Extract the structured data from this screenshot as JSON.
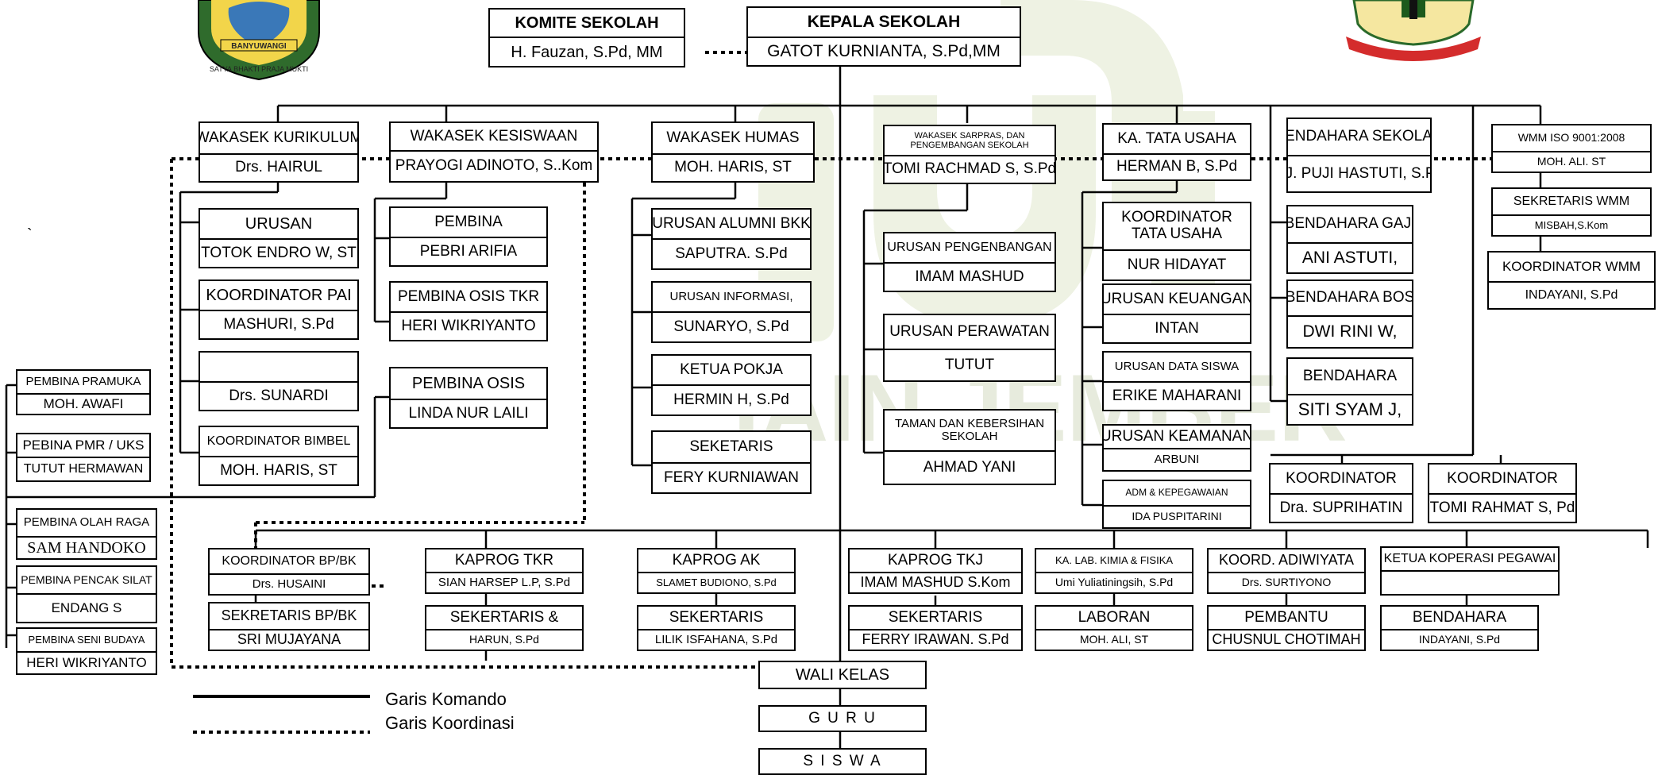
{
  "chart_title": "",
  "logos": {
    "left_banner": "BANYUWANGI",
    "left_motto": "SATYA BHAKTI PRAJA MUKTI"
  },
  "watermark": {
    "text": "IAIN JEMBER",
    "color": "#e6ecd8"
  },
  "boxes": {
    "komite": {
      "title": "KOMITE SEKOLAH",
      "name": "H. Fauzan, S.Pd, MM"
    },
    "kepala": {
      "title": "KEPALA SEKOLAH",
      "name": "GATOT KURNIANTA, S.Pd,MM"
    },
    "kurikulum": {
      "title": "WAKASEK KURIKULUM",
      "name": "Drs. HAIRUL"
    },
    "kesiswaan": {
      "title": "WAKASEK KESISWAAN",
      "name": "PRAYOGI ADINOTO, S..Kom"
    },
    "humas": {
      "title": "WAKASEK HUMAS",
      "name": "MOH. HARIS, ST"
    },
    "sarpras": {
      "title": "WAKASEK SARPRAS, DAN PENGEMBANGAN SEKOLAH",
      "name": "TOMI RACHMAD S, S.Pd"
    },
    "tatausaha": {
      "title": "KA. TATA USAHA",
      "name": "HERMAN B, S.Pd"
    },
    "bendahara_sekolah": {
      "title": "BENDAHARA SEKOLAH",
      "name": "HJ. PUJI HASTUTI, S.Pd"
    },
    "wmm": {
      "title": "WMM ISO 9001:2008",
      "name": "MOH. ALI. ST"
    },
    "sekretaris_wmm": {
      "title": "SEKRETARIS WMM",
      "name": "MISBAH,S.Kom"
    },
    "koordinator_wmm": {
      "title": "KOORDINATOR WMM",
      "name": "INDAYANI, S.Pd"
    },
    "urusan": {
      "title": "URUSAN",
      "name": "TOTOK ENDRO W, ST"
    },
    "koordinator_pai": {
      "title": "KOORDINATOR PAI",
      "name": "MASHURI, S.Pd"
    },
    "sunardi": {
      "title": "",
      "name": "Drs. SUNARDI"
    },
    "bimbel": {
      "title": "KOORDINATOR BIMBEL",
      "name": "MOH. HARIS, ST"
    },
    "pembina": {
      "title": "PEMBINA",
      "name": "PEBRI ARIFIA"
    },
    "pembina_osis_tkr": {
      "title": "PEMBINA OSIS TKR",
      "name": "HERI WIKRIYANTO"
    },
    "pembina_osis": {
      "title": "PEMBINA OSIS",
      "name": "LINDA NUR LAILI"
    },
    "alumni_bkk": {
      "title": "URUSAN ALUMNI BKK",
      "name": "SAPUTRA. S.Pd"
    },
    "informasi": {
      "title": "URUSAN INFORMASI,",
      "name": "SUNARYO, S.Pd"
    },
    "pokja": {
      "title": "KETUA POKJA",
      "name": "HERMIN H, S.Pd"
    },
    "seketaris": {
      "title": "SEKETARIS",
      "name": "FERY KURNIAWAN"
    },
    "pengembangan": {
      "title": "URUSAN PENGENBANGAN",
      "name": "IMAM MASHUD"
    },
    "perawatan": {
      "title": "URUSAN PERAWATAN",
      "name": "TUTUT"
    },
    "taman": {
      "title": "TAMAN DAN KEBERSIHAN SEKOLAH",
      "name": "AHMAD YANI"
    },
    "koord_tu": {
      "title": "KOORDINATOR TATA USAHA",
      "name": "NUR HIDAYAT"
    },
    "keuangan": {
      "title": "URUSAN KEUANGAN",
      "name": "INTAN"
    },
    "data_siswa": {
      "title": "URUSAN DATA SISWA",
      "name": "ERIKE MAHARANI"
    },
    "keamanan": {
      "title": "URUSAN KEAMANAN",
      "name": "ARBUNI"
    },
    "kepegawaian": {
      "title": "ADM & KEPEGAWAIAN",
      "name": "IDA PUSPITARINI"
    },
    "bendahara_gaji": {
      "title": "BENDAHARA GAJI",
      "name": "ANI ASTUTI,"
    },
    "bendahara_bos": {
      "title": "BENDAHARA BOS",
      "name": "DWI RINI W,"
    },
    "bendahara": {
      "title": "BENDAHARA",
      "name": "SITI SYAM J,"
    },
    "koord_suprihatin": {
      "title": "KOORDINATOR",
      "name": "Dra. SUPRIHATIN"
    },
    "koord_tomi": {
      "title": "KOORDINATOR",
      "name": "TOMI RAHMAT S, Pd"
    },
    "pramuka": {
      "title": "PEMBINA PRAMUKA",
      "name": "MOH. AWAFI"
    },
    "pmr": {
      "title": "PEBINA PMR / UKS",
      "name": "TUTUT HERMAWAN"
    },
    "olahraga": {
      "title": "PEMBINA OLAH RAGA",
      "name": "SAM HANDOKO"
    },
    "silat": {
      "title": "PEMBINA PENCAK SILAT",
      "name": "ENDANG S"
    },
    "seni": {
      "title": "PEMBINA SENI BUDAYA",
      "name": "HERI WIKRIYANTO"
    },
    "bpbk": {
      "title": "KOORDINATOR BP/BK",
      "name": "Drs. HUSAINI"
    },
    "sek_bpbk": {
      "title": "SEKRETARIS BP/BK",
      "name": "SRI MUJAYANA"
    },
    "kaprog_tkr": {
      "title": "KAPROG TKR",
      "name": "SIAN HARSEP L.P, S.Pd"
    },
    "sek_tkr": {
      "title": "SEKERTARIS &",
      "name": "HARUN, S.Pd"
    },
    "kaprog_ak": {
      "title": "KAPROG AK",
      "name": "SLAMET BUDIONO, S.Pd"
    },
    "sek_ak": {
      "title": "SEKERTARIS",
      "name": "LILIK ISFAHANA, S.Pd"
    },
    "kaprog_tkj": {
      "title": "KAPROG TKJ",
      "name": "IMAM MASHUD S.Kom"
    },
    "sek_tkj": {
      "title": "SEKERTARIS",
      "name": "FERRY IRAWAN. S.Pd"
    },
    "lab": {
      "title": "KA. LAB. KIMIA & FISIKA",
      "name": "Umi Yuliatiningsih, S.Pd"
    },
    "laboran": {
      "title": "LABORAN",
      "name": "MOH. ALI, ST"
    },
    "adiwiyata": {
      "title": "KOORD. ADIWIYATA",
      "name": "Drs. SURTIYONO"
    },
    "pembantu": {
      "title": "PEMBANTU",
      "name": "CHUSNUL CHOTIMAH"
    },
    "koperasi": {
      "title": "KETUA KOPERASI PEGAWAI",
      "name": ""
    },
    "bendahara_kop": {
      "title": "BENDAHARA",
      "name": "INDAYANI, S.Pd"
    },
    "wali": {
      "title": "WALI KELAS"
    },
    "guru": {
      "title": "G U R U"
    },
    "siswa": {
      "title": "S I S W A"
    }
  },
  "legend": {
    "komando": "Garis Komando",
    "koordinasi": "Garis Koordinasi"
  },
  "stray_mark": "`"
}
